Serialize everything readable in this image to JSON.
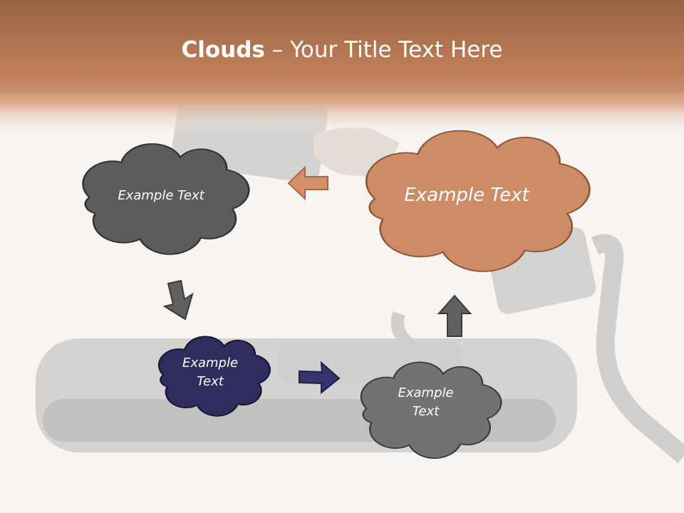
{
  "slide": {
    "title_bold": "Clouds",
    "title_separator": " – ",
    "title_rest": "Your Title Text Here",
    "colors": {
      "header_top": "#8a5a3c",
      "header_bottom": "#c98a63",
      "background": "#f7f4f2",
      "cloud_gray_dark": "#5c5c5c",
      "cloud_gray": "#727272",
      "cloud_orange": "#cd8b66",
      "cloud_navy": "#2e2d5e",
      "arrow_orange": "#d4906a",
      "arrow_gray": "#606060",
      "arrow_navy": "#34346e"
    }
  },
  "clouds": [
    {
      "name": "cloud-top-left",
      "label": "Example Text",
      "color": "#5c5c5c"
    },
    {
      "name": "cloud-top-right",
      "label": "Example Text",
      "color": "#cd8b66"
    },
    {
      "name": "cloud-bottom-left",
      "label": "Example\nText",
      "color": "#2e2d5e"
    },
    {
      "name": "cloud-bottom-right",
      "label": "Example\nText",
      "color": "#727272"
    }
  ],
  "arrows": [
    {
      "name": "arrow-left",
      "direction": "left",
      "color": "#d4906a"
    },
    {
      "name": "arrow-down",
      "direction": "down-left",
      "color": "#606060"
    },
    {
      "name": "arrow-right",
      "direction": "right",
      "color": "#34346e"
    },
    {
      "name": "arrow-up",
      "direction": "up",
      "color": "#606060"
    }
  ]
}
